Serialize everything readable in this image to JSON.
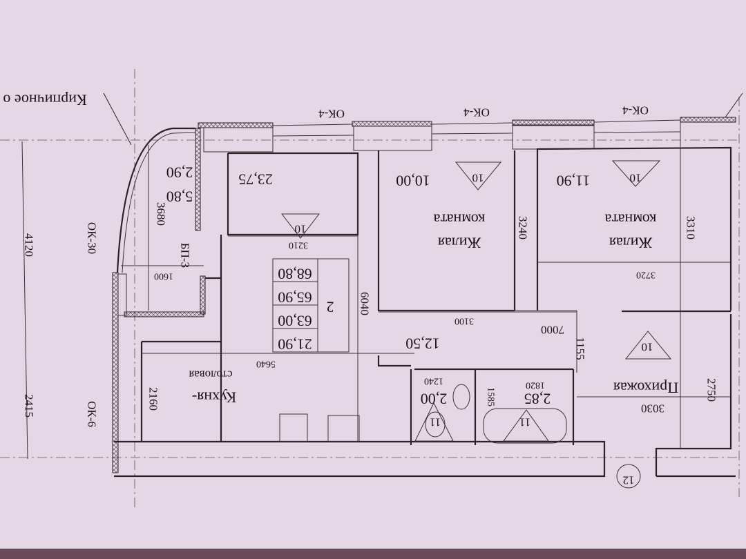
{
  "plan": {
    "note": "Кирпичное о",
    "windows": {
      "ok4_a": "ОК-4",
      "ok4_b": "ОК-4",
      "ok4_c": "ОК-4",
      "ok30": "ОК-30",
      "ok6": "ОК-6",
      "bp3": "БП-3"
    },
    "outer_dims": {
      "d1": "4120",
      "d2": "2415"
    },
    "balcony": {
      "area_full": "5,80",
      "area_reduced": "2,90",
      "length": "3680",
      "width": "1600"
    },
    "living_big": {
      "area": "23,75",
      "finish": "10",
      "width": "3210"
    },
    "apartment_table": {
      "rooms": "2",
      "values": [
        "68,80",
        "65,90",
        "63,00",
        "21,90"
      ]
    },
    "room1": {
      "name_1": "Жилая",
      "name_2": "комната",
      "area": "10,00",
      "finish": "10",
      "depth": "3240",
      "width": "3100"
    },
    "room2": {
      "name_1": "Жилая",
      "name_2": "комната",
      "area": "11,90",
      "finish": "10",
      "depth": "3310",
      "width": "3720"
    },
    "corridor": {
      "area": "12,50",
      "len": "7000",
      "width": "1155",
      "depth": "6040"
    },
    "kitchen": {
      "name_1": "Кухня-",
      "name_2": "столовая",
      "width": "5640",
      "depth": "2160"
    },
    "wc": {
      "area": "2,00",
      "width": "1240",
      "finish": "11",
      "depth": "1585"
    },
    "bath": {
      "area": "2,85",
      "width": "1820",
      "finish": "11"
    },
    "hall": {
      "name": "Прихожая",
      "finish": "10",
      "width": "3030",
      "depth": "2750"
    },
    "axis": {
      "label": "12"
    }
  }
}
